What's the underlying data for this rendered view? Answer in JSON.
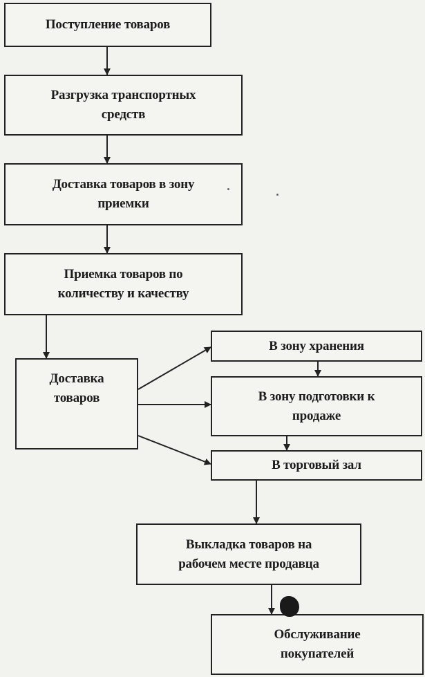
{
  "diagram": {
    "title": "",
    "nodes": [
      {
        "id": "receipt",
        "label": "Поступление товаров"
      },
      {
        "id": "unloading",
        "label": "Разгрузка транспортных средств"
      },
      {
        "id": "delivery_acceptance_zone",
        "label": "Доставка товаров в зону приемки"
      },
      {
        "id": "acceptance",
        "label": "Приемка товаров по количеству и качеству"
      },
      {
        "id": "delivery",
        "label": "Доставка товаров"
      },
      {
        "id": "storage_zone",
        "label": "В зону хранения"
      },
      {
        "id": "prep_zone",
        "label": "В зону подготовки к продаже"
      },
      {
        "id": "sales_floor",
        "label": "В торговый зал"
      },
      {
        "id": "display",
        "label": "Выкладка товаров на рабочем месте продавца"
      },
      {
        "id": "service",
        "label": "Обслуживание покупателей"
      }
    ],
    "edges": [
      {
        "from": "receipt",
        "to": "unloading"
      },
      {
        "from": "unloading",
        "to": "delivery_acceptance_zone"
      },
      {
        "from": "delivery_acceptance_zone",
        "to": "acceptance"
      },
      {
        "from": "acceptance",
        "to": "delivery"
      },
      {
        "from": "delivery",
        "to": "storage_zone"
      },
      {
        "from": "delivery",
        "to": "prep_zone"
      },
      {
        "from": "delivery",
        "to": "sales_floor"
      },
      {
        "from": "storage_zone",
        "to": "prep_zone"
      },
      {
        "from": "prep_zone",
        "to": "sales_floor"
      },
      {
        "from": "sales_floor",
        "to": "display"
      },
      {
        "from": "display",
        "to": "service"
      }
    ],
    "lines": {
      "receipt": [
        "Поступление товаров"
      ],
      "unloading": [
        "Разгрузка транспортных",
        "средств"
      ],
      "delivery_acceptance_zone": [
        "Доставка товаров в зону",
        "приемки"
      ],
      "acceptance": [
        "Приемка товаров по",
        "количеству и качеству"
      ],
      "delivery": [
        "Доставка",
        "товаров"
      ],
      "storage_zone": [
        "В зону хранения"
      ],
      "prep_zone": [
        "В зону подготовки к",
        "продаже"
      ],
      "sales_floor": [
        "В торговый зал"
      ],
      "display": [
        "Выкладка товаров на",
        "рабочем месте продавца"
      ],
      "service": [
        "Обслуживание",
        "покупателей"
      ]
    }
  }
}
